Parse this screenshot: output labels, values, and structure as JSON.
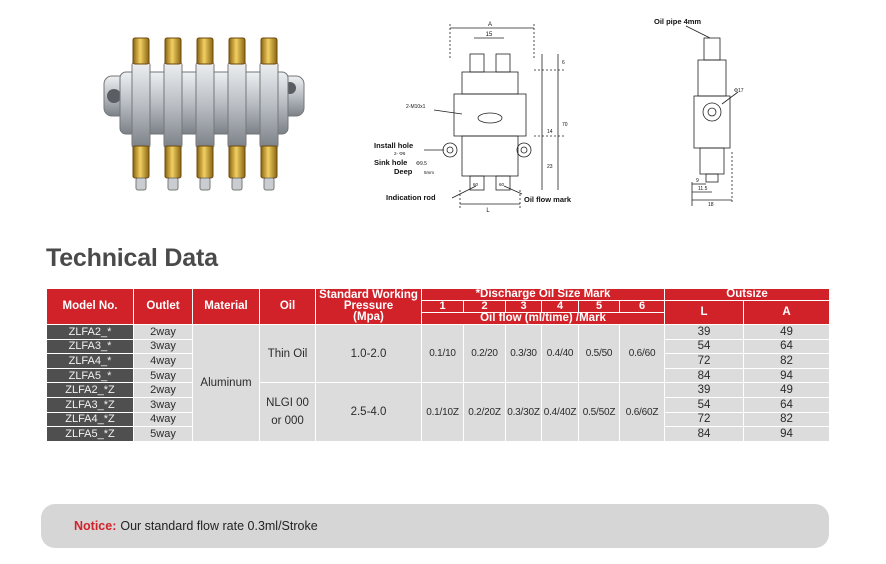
{
  "drawings": {
    "front": {
      "dim_a": "A",
      "dim_15": "15",
      "dim_l": "L",
      "dim_6": "6",
      "dim_14": "14",
      "dim_23": "23",
      "dim_70": "70",
      "thread_label": "2-M10x1",
      "install_hole": "Install hole",
      "install_hole_sub": "2- Φ6",
      "sink_hole": "Sink hole",
      "sink_hole_sub": "Φ9.5",
      "deep": "Deep",
      "deep_sub": "5mm",
      "indication_rod": "Indication rod",
      "oil_flow_mark": "Oil flow mark",
      "mark_60": "60"
    },
    "side": {
      "oil_pipe": "Oil pipe 4mm",
      "dim_phi17": "Φ17",
      "dim_9": "9",
      "dim_11_5": "11.5",
      "dim_18": "18"
    }
  },
  "section_title": "Technical Data",
  "table": {
    "headers": {
      "model": "Model No.",
      "outlet": "Outlet",
      "material": "Material",
      "oil": "Oil",
      "pressure_line1": "Standard Working",
      "pressure_line2": "Pressure",
      "pressure_line3": "(Mpa)",
      "discharge": "*Discharge Oil Size Mark",
      "flow": "Oil flow (ml/time) /Mark",
      "outsize": "Outsize",
      "marks": [
        "1",
        "2",
        "3",
        "4",
        "5",
        "6"
      ],
      "l": "L",
      "a": "A"
    },
    "material": "Aluminum",
    "groups": [
      {
        "oil_line1": "Thin Oil",
        "oil_line2": "",
        "pressure": "1.0-2.0",
        "flows": [
          "0.1/10",
          "0.2/20",
          "0.3/30",
          "0.4/40",
          "0.5/50",
          "0.6/60"
        ]
      },
      {
        "oil_line1": "NLGI 00",
        "oil_line2": "or 000",
        "pressure": "2.5-4.0",
        "flows": [
          "0.1/10Z",
          "0.2/20Z",
          "0.3/30Z",
          "0.4/40Z",
          "0.5/50Z",
          "0.6/60Z"
        ]
      }
    ],
    "rows": [
      {
        "model": "ZLFA2_*",
        "outlet": "2way",
        "l": "39",
        "a": "49"
      },
      {
        "model": "ZLFA3_*",
        "outlet": "3way",
        "l": "54",
        "a": "64"
      },
      {
        "model": "ZLFA4_*",
        "outlet": "4way",
        "l": "72",
        "a": "82"
      },
      {
        "model": "ZLFA5_*",
        "outlet": "5way",
        "l": "84",
        "a": "94"
      },
      {
        "model": "ZLFA2_*Z",
        "outlet": "2way",
        "l": "39",
        "a": "49"
      },
      {
        "model": "ZLFA3_*Z",
        "outlet": "3way",
        "l": "54",
        "a": "64"
      },
      {
        "model": "ZLFA4_*Z",
        "outlet": "4way",
        "l": "72",
        "a": "82"
      },
      {
        "model": "ZLFA5_*Z",
        "outlet": "5way",
        "l": "84",
        "a": "94"
      }
    ]
  },
  "notice": {
    "label": "Notice:",
    "text": "Our standard flow rate  0.3ml/Stroke"
  },
  "colors": {
    "header_red": "#d1222a",
    "cell_gray": "#dcdcdc",
    "model_dark": "#4f4f4f",
    "notice_gray": "#d6d6d6"
  }
}
